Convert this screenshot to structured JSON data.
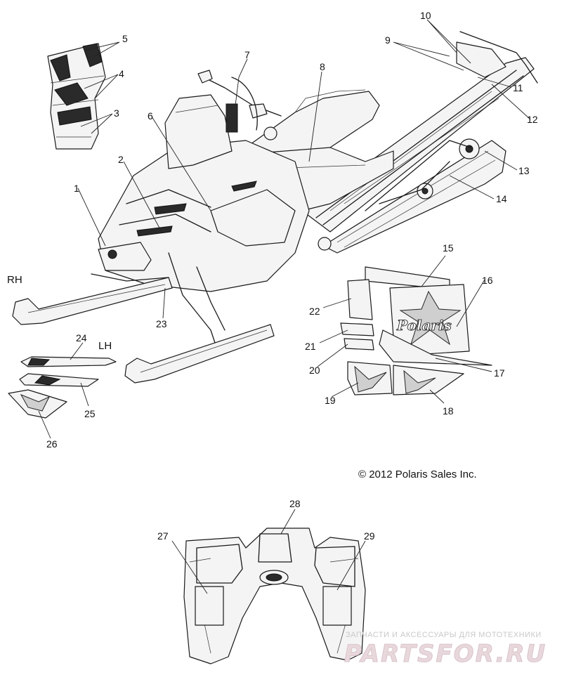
{
  "side_labels": {
    "rh": "RH",
    "lh": "LH"
  },
  "copyright": "© 2012 Polaris Sales Inc.",
  "decal_text": "Polaris",
  "watermark": {
    "tagline": "ЗАПЧАСТИ И АКСЕССУАРЫ ДЛЯ МОТОТЕХНИКИ",
    "brand": "PARTSFOR.RU"
  },
  "callouts": [
    "1",
    "2",
    "3",
    "4",
    "5",
    "6",
    "7",
    "8",
    "9",
    "10",
    "11",
    "12",
    "13",
    "14",
    "15",
    "16",
    "17",
    "18",
    "19",
    "20",
    "21",
    "22",
    "23",
    "24",
    "25",
    "26",
    "27",
    "28",
    "29"
  ],
  "colors": {
    "ink": "#1a1a1a",
    "watermark": "#e8d8dc"
  }
}
